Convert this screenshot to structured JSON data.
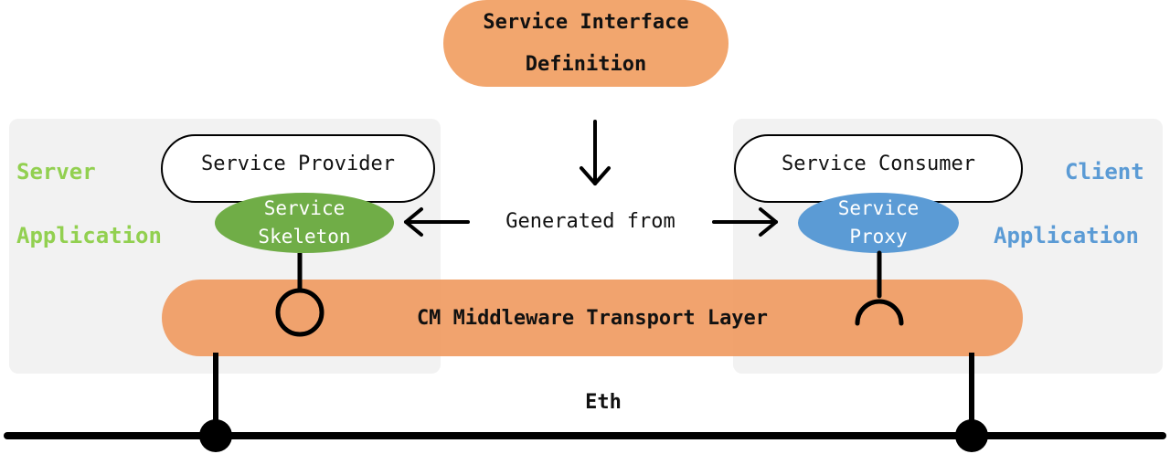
{
  "interface_definition": {
    "line1": "Service Interface",
    "line2": "Definition"
  },
  "server": {
    "role_line1": "Server",
    "role_line2": "Application",
    "role_color": "#92d050",
    "provider_label": "Service Provider",
    "skeleton_line1": "Service",
    "skeleton_line2": "Skeleton",
    "skeleton_color": "#70ad47"
  },
  "client": {
    "role_line1": "Client",
    "role_line2": "Application",
    "role_color": "#5b9bd5",
    "consumer_label": "Service Consumer",
    "proxy_line1": "Service",
    "proxy_line2": "Proxy",
    "proxy_color": "#5b9bd5"
  },
  "generated_from": "Generated from",
  "transport_layer": "CM Middleware Transport Layer",
  "network_label": "Eth",
  "colors": {
    "accent_orange": "#f2a66e",
    "panel_gray": "#f2f2f2"
  },
  "icons": {
    "down_arrow": "arrow-down-icon",
    "left_arrow": "arrow-left-icon",
    "right_arrow": "arrow-right-icon",
    "provided_interface": "lollipop-icon",
    "required_interface": "socket-icon"
  }
}
